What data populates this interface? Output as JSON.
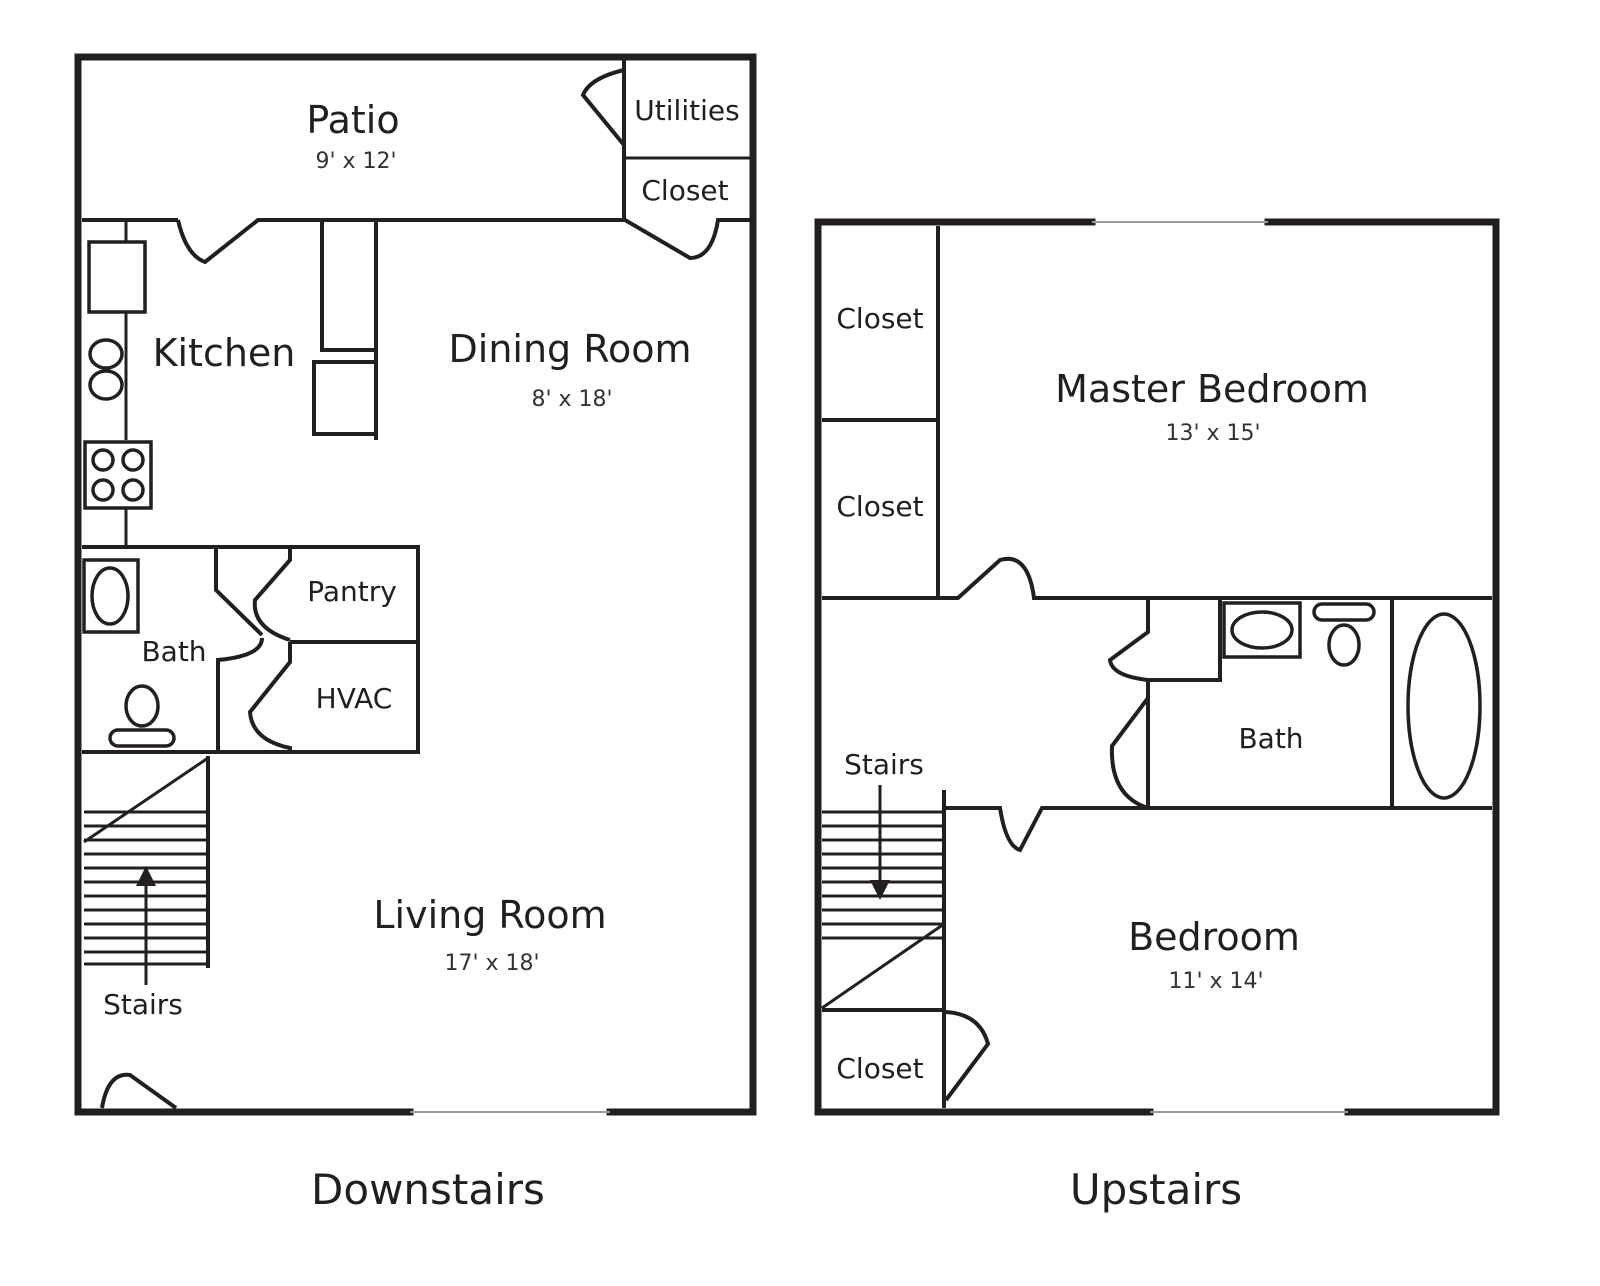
{
  "downstairs": {
    "caption": "Downstairs",
    "rooms": {
      "patio": {
        "name": "Patio",
        "dims": "9' x 12'"
      },
      "utilities": {
        "name": "Utilities"
      },
      "closet": {
        "name": "Closet"
      },
      "kitchen": {
        "name": "Kitchen"
      },
      "dining": {
        "name": "Dining Room",
        "dims": "8' x 18'"
      },
      "pantry": {
        "name": "Pantry"
      },
      "bath": {
        "name": "Bath"
      },
      "hvac": {
        "name": "HVAC"
      },
      "living": {
        "name": "Living Room",
        "dims": "17' x 18'"
      },
      "stairs": {
        "name": "Stairs"
      }
    }
  },
  "upstairs": {
    "caption": "Upstairs",
    "rooms": {
      "closet1": {
        "name": "Closet"
      },
      "closet2": {
        "name": "Closet"
      },
      "master": {
        "name": "Master Bedroom",
        "dims": "13' x 15'"
      },
      "stairs": {
        "name": "Stairs"
      },
      "bath": {
        "name": "Bath"
      },
      "bedroom": {
        "name": "Bedroom",
        "dims": "11' x 14'"
      },
      "closet3": {
        "name": "Closet"
      }
    }
  },
  "colors": {
    "wall": "#231f20",
    "background": "#ffffff",
    "window": "#9a9a9a"
  }
}
